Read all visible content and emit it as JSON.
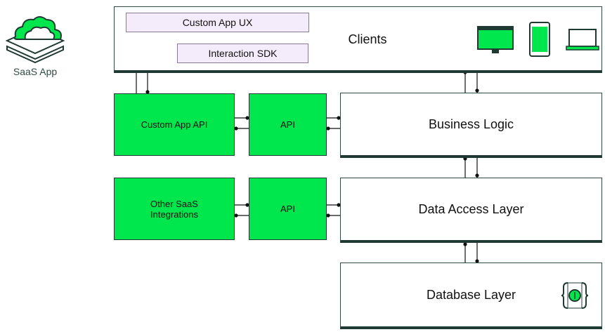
{
  "saas": {
    "label": "SaaS App"
  },
  "clients": {
    "label": "Clients",
    "ux_label": "Custom App UX",
    "sdk_label": "Interaction SDK",
    "device_icons": [
      "desktop-monitor-icon",
      "mobile-phone-icon",
      "laptop-icon"
    ]
  },
  "left_column": {
    "custom_api_label": "Custom App API",
    "other_label": "Other SaaS\nIntegrations"
  },
  "api_column": {
    "api_top_label": "API",
    "api_bottom_label": "API"
  },
  "layers": {
    "business_logic": "Business Logic",
    "data_access": "Data Access Layer",
    "database": "Database Layer"
  },
  "colors": {
    "accent_green": "#00e64d",
    "dark_line": "#1f3a33",
    "sdk_purple": "#f4ecfb"
  },
  "icons": {
    "saas": "cloud-stack-icon",
    "database": "database-icon"
  }
}
